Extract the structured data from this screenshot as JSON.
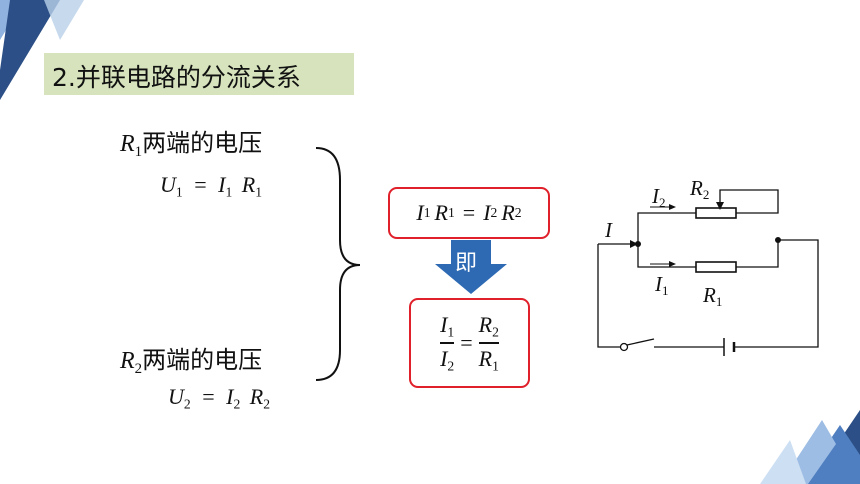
{
  "title": "2.并联电路的分流关系",
  "r1_block": {
    "heading_var": "R",
    "heading_sub": "1",
    "heading_text": "两端的电压",
    "eq": {
      "lhs": "U",
      "lhs_sub": "1",
      "op": "=",
      "i": "I",
      "i_sub": "1",
      "r": "R",
      "r_sub": "1"
    }
  },
  "r2_block": {
    "heading_var": "R",
    "heading_sub": "2",
    "heading_text": "两端的电压",
    "eq": {
      "lhs": "U",
      "lhs_sub": "2",
      "op": "=",
      "i": "I",
      "i_sub": "2",
      "r": "R",
      "r_sub": "2"
    }
  },
  "equality": {
    "a": "I",
    "a_sub": "1",
    "b": "R",
    "b_sub": "1",
    "op": "=",
    "c": "I",
    "c_sub": "2",
    "d": "R",
    "d_sub": "2"
  },
  "arrow_label": "即",
  "ratio": {
    "num_l": "I",
    "num_l_sub": "1",
    "den_l": "I",
    "den_l_sub": "2",
    "op": "=",
    "num_r": "R",
    "num_r_sub": "2",
    "den_r": "R",
    "den_r_sub": "1"
  },
  "circuit": {
    "I_label": "I",
    "I2_label": "I",
    "I2_sub": "2",
    "R2_label": "R",
    "R2_sub": "2",
    "I1_label": "I",
    "I1_sub": "1",
    "R1_label": "R",
    "R1_sub": "1"
  },
  "colors": {
    "accent_red": "#e0202a",
    "arrow_blue": "#2e6ab3",
    "title_bg": "#d6e3bc",
    "deco_dark": "#2b4f86",
    "deco_light": "#8fb2df"
  }
}
